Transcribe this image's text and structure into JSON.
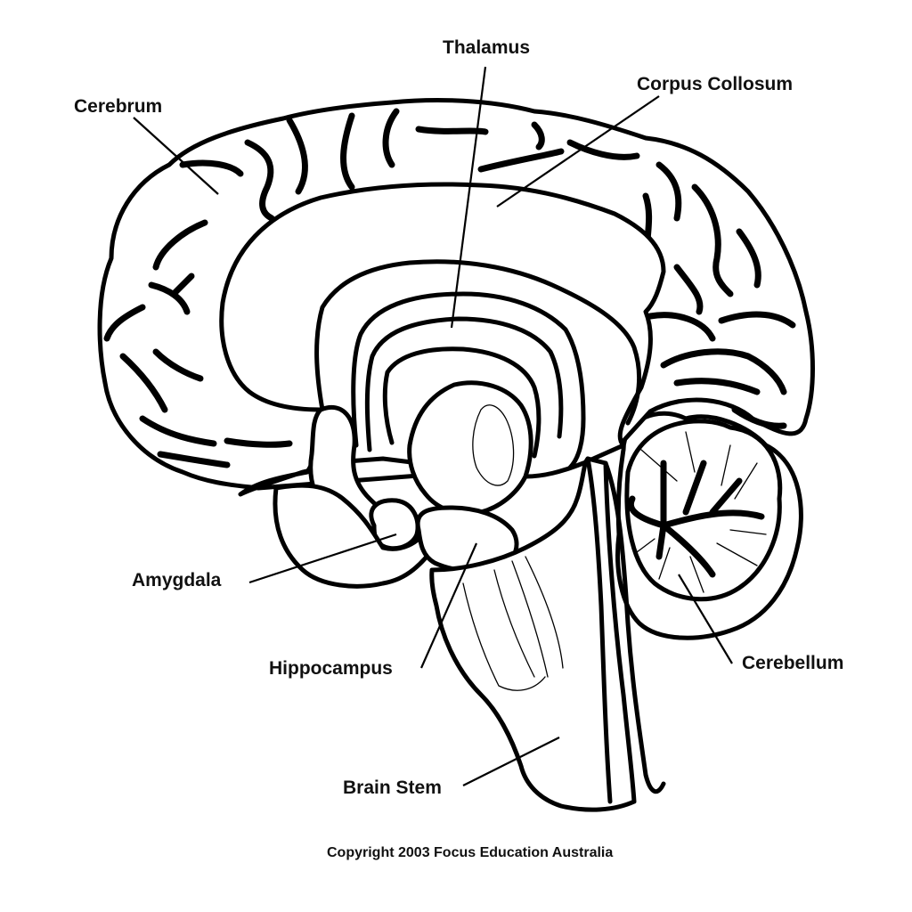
{
  "diagram": {
    "labels": {
      "thalamus": "Thalamus",
      "corpus_collosum": "Corpus Collosum",
      "cerebrum": "Cerebrum",
      "amygdala": "Amygdala",
      "hippocampus": "Hippocampus",
      "cerebellum": "Cerebellum",
      "brain_stem": "Brain Stem"
    },
    "copyright": "Copyright 2003 Focus Education Australia"
  }
}
